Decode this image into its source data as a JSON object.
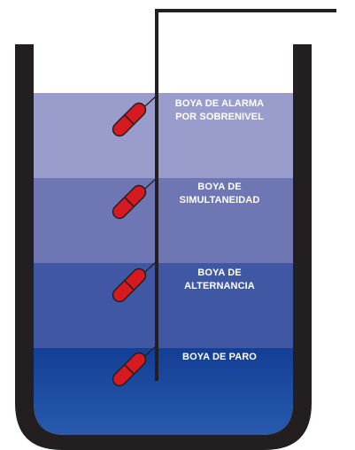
{
  "diagram": {
    "levels": [
      {
        "label": "BOYA DE ALARMA\nPOR SOBRENIVEL",
        "color": "#9a9ccb"
      },
      {
        "label": "BOYA DE\nSIMULTANEIDAD",
        "color": "#6e76b4"
      },
      {
        "label": "BOYA DE\nALTERNANCIA",
        "color": "#4058a4"
      },
      {
        "label": "BOYA DE PARO",
        "color": "#133f95"
      }
    ],
    "tank_color": "#231f20",
    "float_color": "#d71920",
    "cable_color": "#231f20"
  }
}
